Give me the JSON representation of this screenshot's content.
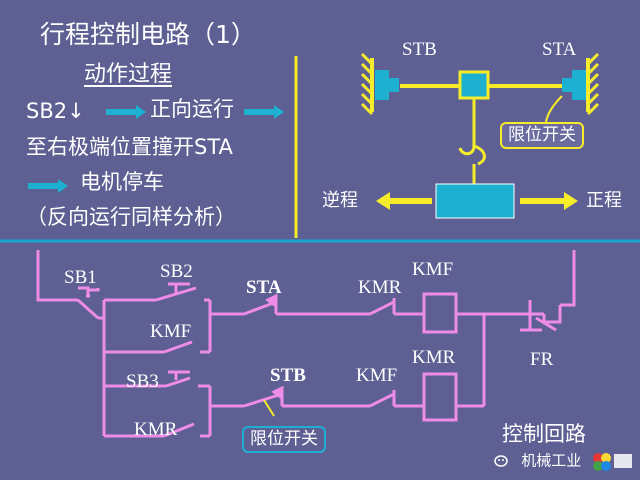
{
  "title": "行程控制电路（1）",
  "left_panel": {
    "heading": "动作过程",
    "line1_a": "SB2↓",
    "line1_b": "正向运行",
    "line2": "至右极端位置撞开STA",
    "line3": "电机停车",
    "line4": "（反向运行同样分析）"
  },
  "mech": {
    "stb": "STB",
    "sta": "STA",
    "limit_switch": "限位开关",
    "reverse": "逆程",
    "forward": "正程"
  },
  "circuit": {
    "sb1": "SB1",
    "sb2": "SB2",
    "sb3": "SB3",
    "kmf_hold": "KMF",
    "kmr_hold": "KMR",
    "sta": "STA",
    "stb": "STB",
    "kmr_interlock": "KMR",
    "kmf_interlock": "KMF",
    "kmf_coil": "KMF",
    "kmr_coil": "KMR",
    "fr": "FR",
    "limit_switch": "限位开关",
    "control_loop": "控制回路"
  },
  "watermark": "机械工业",
  "colors": {
    "background": "#5e5f92",
    "wire": "#ee8ce8",
    "mech": "#f6ec2a",
    "accent": "#1db0d0",
    "divider": "#19a3cf"
  }
}
